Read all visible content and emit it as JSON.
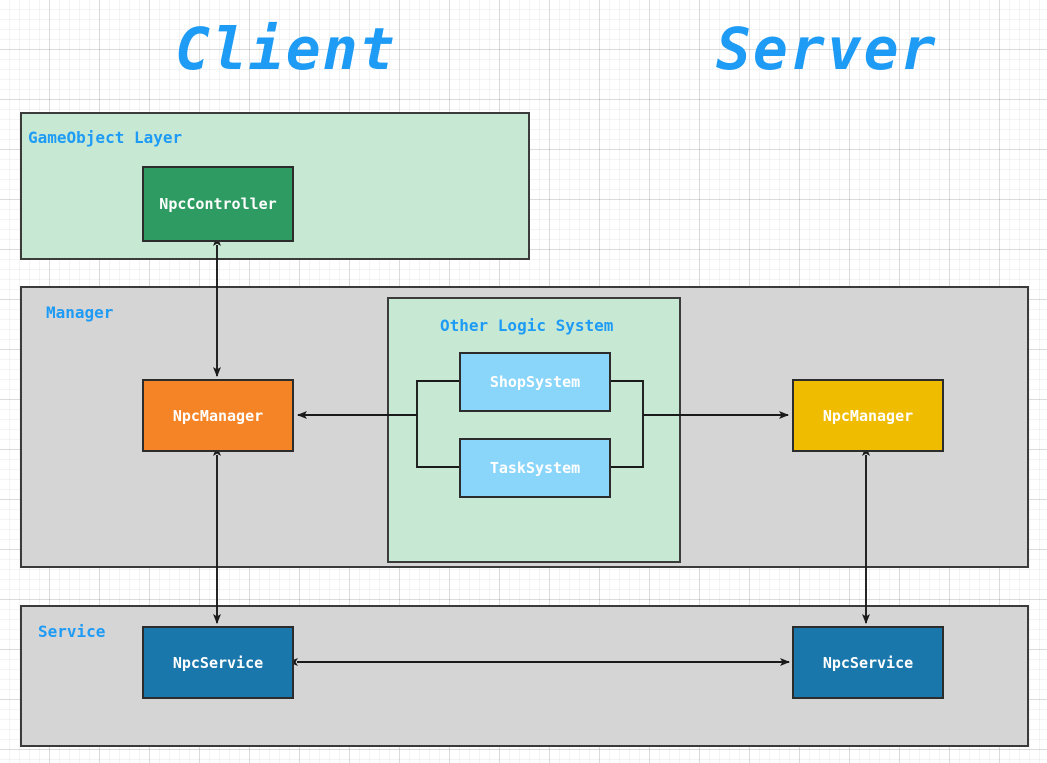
{
  "diagram": {
    "title_client": "Client",
    "title_server": "Server",
    "panels": {
      "gameobject": {
        "label": "GameObject Layer",
        "fill": "#c7e9d4"
      },
      "manager": {
        "label": "Manager",
        "fill": "#d5d5d5"
      },
      "service": {
        "label": "Service",
        "fill": "#d5d5d5"
      },
      "otherlogic": {
        "label": "Other Logic System",
        "fill": "#c7e9d4"
      }
    },
    "nodes": {
      "npccontroller": {
        "label": "NpcController",
        "fill": "#2e9c62"
      },
      "npcmanager_client": {
        "label": "NpcManager",
        "fill": "#f58426"
      },
      "npcmanager_server": {
        "label": "NpcManager",
        "fill": "#f0bc00"
      },
      "npcservice_client": {
        "label": "NpcService",
        "fill": "#1a77ab"
      },
      "npcservice_server": {
        "label": "NpcService",
        "fill": "#1a77ab"
      },
      "shopsystem": {
        "label": "ShopSystem",
        "fill": "#8ad5fa"
      },
      "tasksystem": {
        "label": "TaskSystem",
        "fill": "#8ad5fa"
      }
    },
    "colors": {
      "heading_blue": "#1e9bf5",
      "border_dark": "#2c2c2c",
      "connector": "#1a1a1a",
      "grid_minor": "#f0f0f0",
      "grid_major": "#e0e0e0",
      "canvas_bg": "#ffffff"
    },
    "connectors": [
      {
        "name": "npccontroller-npcmanager-client",
        "from": "npccontroller",
        "to": "npcmanager_client",
        "direction": "bidirectional",
        "orientation": "vertical"
      },
      {
        "name": "npcmanager-client-npcservice-client",
        "from": "npcmanager_client",
        "to": "npcservice_client",
        "direction": "bidirectional",
        "orientation": "vertical"
      },
      {
        "name": "otherlogic-npcmanager-client",
        "from": "otherlogic_bus",
        "to": "npcmanager_client",
        "direction": "to-target",
        "orientation": "horizontal"
      },
      {
        "name": "otherlogic-npcmanager-server",
        "from": "otherlogic_bus",
        "to": "npcmanager_server",
        "direction": "to-target",
        "orientation": "horizontal"
      },
      {
        "name": "npcmanager-server-npcservice-server",
        "from": "npcmanager_server",
        "to": "npcservice_server",
        "direction": "bidirectional",
        "orientation": "vertical"
      },
      {
        "name": "npcservice-client-npcservice-server",
        "from": "npcservice_client",
        "to": "npcservice_server",
        "direction": "bidirectional",
        "orientation": "horizontal"
      },
      {
        "name": "shopsystem-bus-left",
        "from": "shopsystem",
        "to": "otherlogic_bus",
        "direction": "none",
        "orientation": "bracket"
      },
      {
        "name": "tasksystem-bus-left",
        "from": "tasksystem",
        "to": "otherlogic_bus",
        "direction": "none",
        "orientation": "bracket"
      }
    ]
  }
}
